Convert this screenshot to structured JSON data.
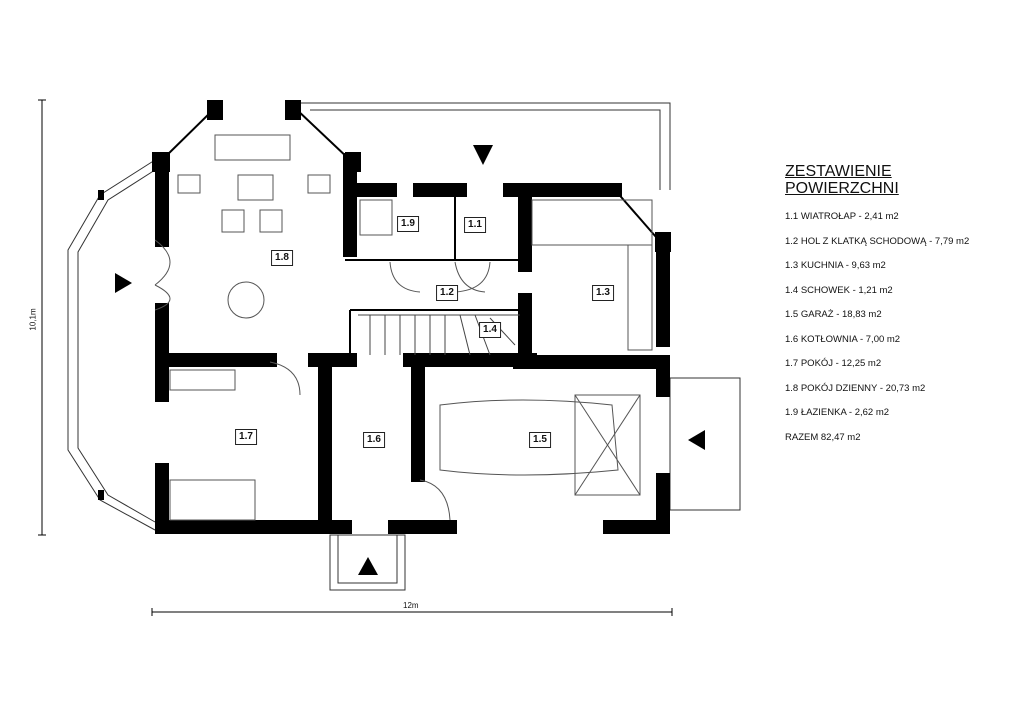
{
  "legend": {
    "title_line1": "ZESTAWIENIE",
    "title_line2": "POWIERZCHNI",
    "items": [
      "1.1 WIATROŁAP  -  2,41 m2",
      "1.2 HOL Z KLATKĄ SCHODOWĄ  -  7,79 m2",
      "1.3 KUCHNIA  -  9,63 m2",
      "1.4 SCHOWEK  -  1,21 m2",
      "1.5 GARAŻ  -  18,83 m2",
      "1.6 KOTŁOWNIA  -  7,00 m2",
      "1.7 POKÓJ  -  12,25 m2",
      "1.8 POKÓJ DZIENNY  -  20,73 m2",
      "1.9 ŁAZIENKA  -  2,62 m2"
    ],
    "total": "RAZEM   82,47 m2"
  },
  "rooms": {
    "r11": "1.1",
    "r12": "1.2",
    "r13": "1.3",
    "r14": "1.4",
    "r15": "1.5",
    "r16": "1.6",
    "r17": "1.7",
    "r18": "1.8",
    "r19": "1.9"
  },
  "dimensions": {
    "height": "10,1m",
    "width": "12m"
  }
}
